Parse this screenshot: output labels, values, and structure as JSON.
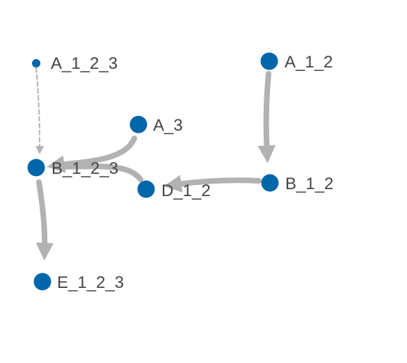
{
  "colors": {
    "node": "#0066aa",
    "edge": "#b2b2b2",
    "dashed_edge": "#b2b2b2",
    "label": "#444444"
  },
  "nodes": [
    {
      "id": "A_1_2_3",
      "label": "A_1_2_3",
      "size": "small"
    },
    {
      "id": "A_1_2",
      "label": "A_1_2",
      "size": "large"
    },
    {
      "id": "A_3",
      "label": "A_3",
      "size": "large"
    },
    {
      "id": "B_1_2_3",
      "label": "B_1_2_3",
      "size": "large"
    },
    {
      "id": "D_1_2",
      "label": "D_1_2",
      "size": "large"
    },
    {
      "id": "B_1_2",
      "label": "B_1_2",
      "size": "large"
    },
    {
      "id": "E_1_2_3",
      "label": "E_1_2_3",
      "size": "large"
    }
  ],
  "edges": [
    {
      "from": "A_1_2_3",
      "to": "B_1_2_3",
      "style": "dashed"
    },
    {
      "from": "A_1_2",
      "to": "B_1_2",
      "style": "solid"
    },
    {
      "from": "B_1_2",
      "to": "D_1_2",
      "style": "solid"
    },
    {
      "from": "A_3",
      "to": "B_1_2_3",
      "style": "solid"
    },
    {
      "from": "D_1_2",
      "to": "B_1_2_3",
      "style": "solid"
    },
    {
      "from": "B_1_2_3",
      "to": "E_1_2_3",
      "style": "solid"
    }
  ]
}
